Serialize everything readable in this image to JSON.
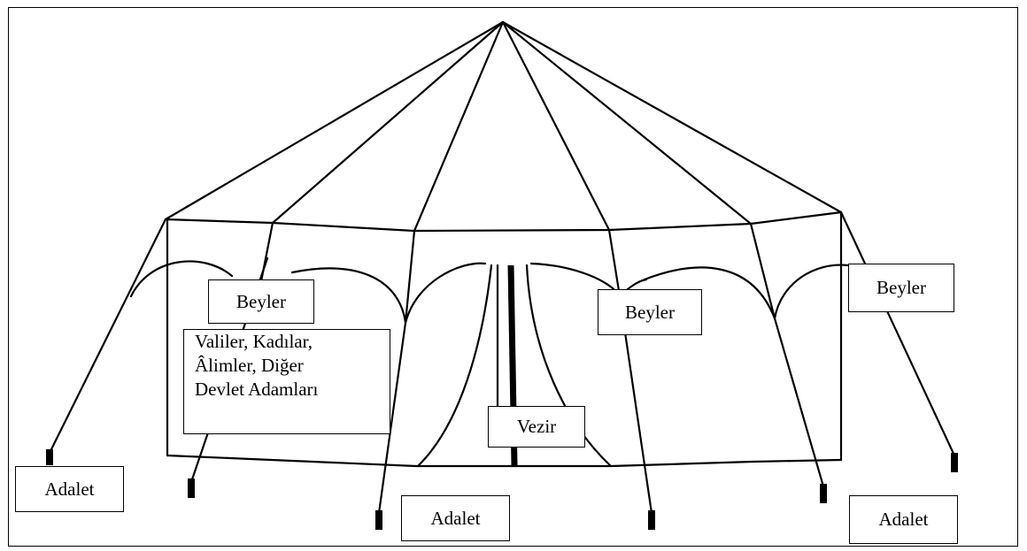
{
  "diagram": {
    "labels": {
      "beyler_left": "Beyler",
      "officials_line1": "Valiler, Kadılar,",
      "officials_line2": "Âlimler, Diğer",
      "officials_line3": "Devlet Adamları",
      "beyler_center": "Beyler",
      "beyler_right": "Beyler",
      "vezir": "Vezir",
      "adalet_left": "Adalet",
      "adalet_center": "Adalet",
      "adalet_right": "Adalet"
    },
    "colors": {
      "stroke": "#000000",
      "background": "#ffffff"
    }
  }
}
